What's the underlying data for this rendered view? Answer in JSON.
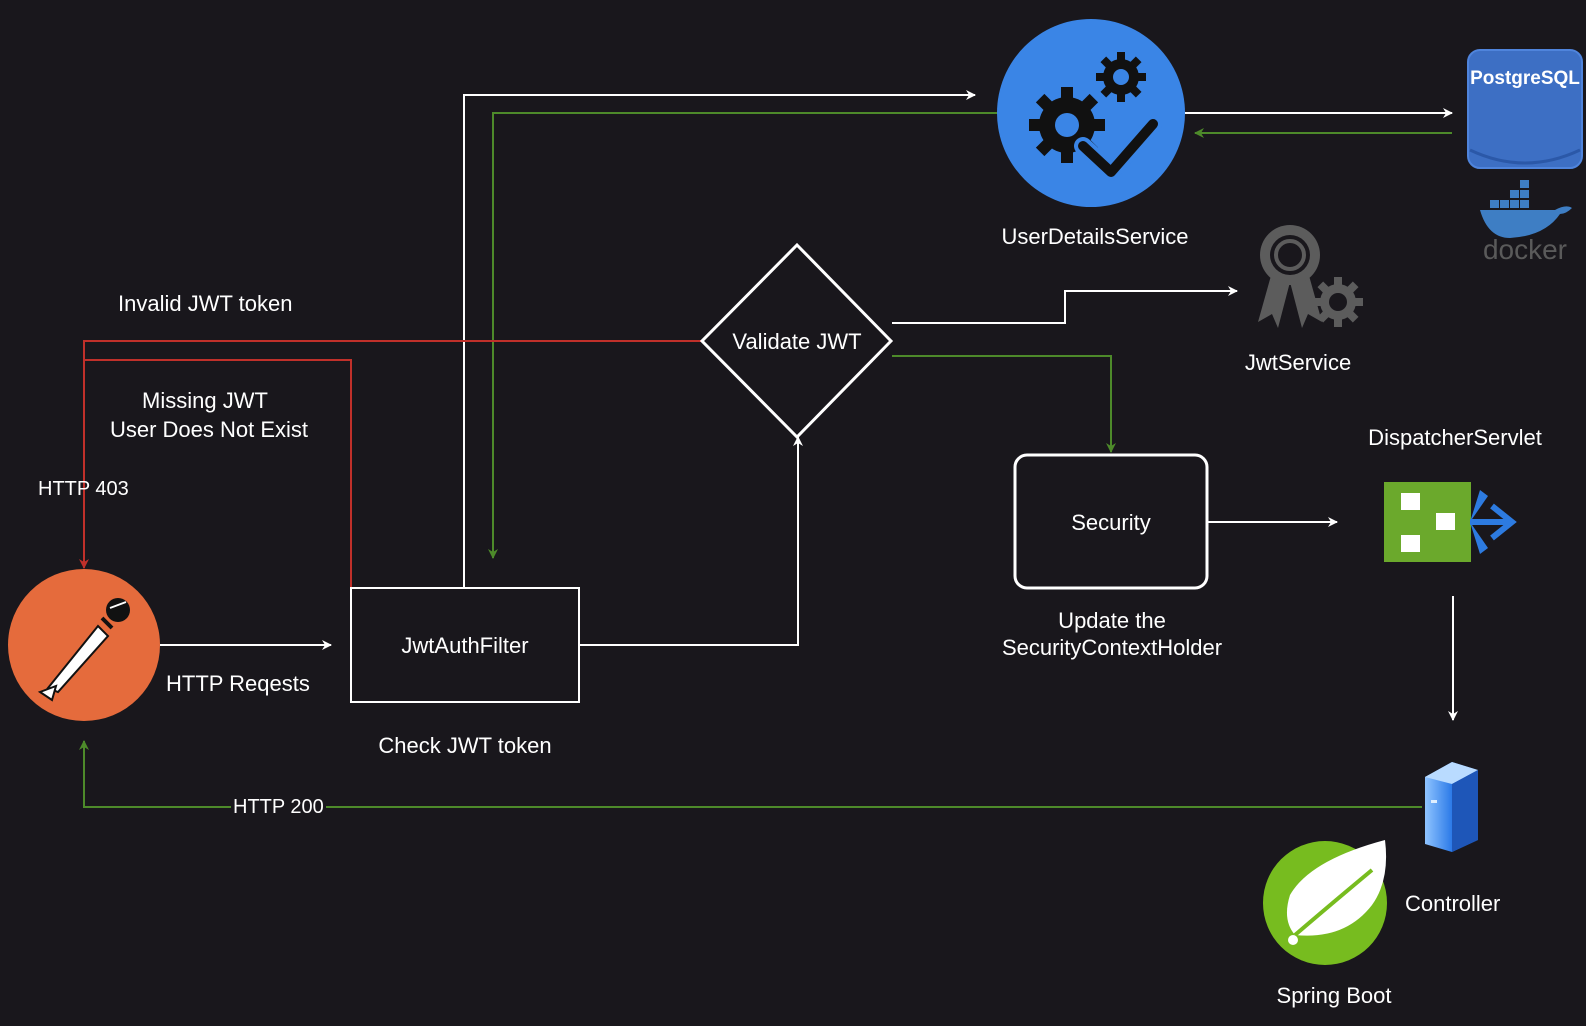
{
  "nodes": {
    "user_details_service": "UserDetailsService",
    "postgresql": "PostgreSQL",
    "docker": "docker",
    "jwt_service": "JwtService",
    "validate_jwt": "Validate JWT",
    "security": "Security",
    "dispatcher_servlet": "DispatcherServlet",
    "jwt_auth_filter": "JwtAuthFilter",
    "controller": "Controller",
    "spring_boot": "Spring Boot"
  },
  "labels": {
    "invalid_jwt": "Invalid JWT token",
    "missing_jwt": "Missing JWT",
    "user_not_exist": "User Does Not Exist",
    "http_403": "HTTP 403",
    "http_requests": "HTTP Reqests",
    "check_jwt": "Check JWT token",
    "update_the": "Update the",
    "security_context_holder": "SecurityContextHolder",
    "http_200": "HTTP 200"
  },
  "colors": {
    "background": "#19171c",
    "flow_white": "#ffffff",
    "flow_green": "#4d8a2a",
    "flow_red": "#c0302a",
    "service_blue": "#3a85e6",
    "postman_orange": "#e56b3c",
    "postgres_blue": "#3d6fc4",
    "spring_green": "#77bc1f",
    "dispatcher_green": "#6ba92c"
  },
  "icons": [
    "gears-check-icon",
    "database-icon",
    "docker-icon",
    "certificate-gear-icon",
    "postman-icon",
    "dispatcher-icon",
    "server-icon",
    "spring-leaf-icon"
  ]
}
